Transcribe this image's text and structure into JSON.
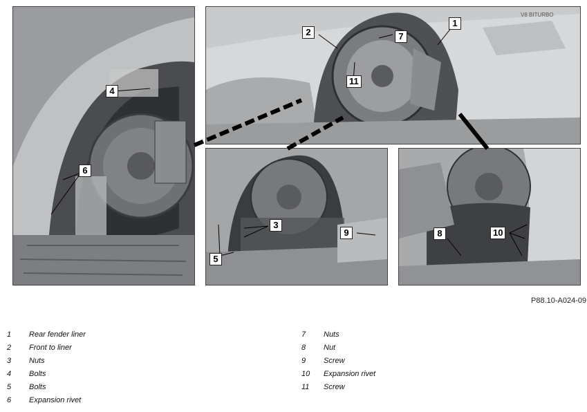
{
  "figure": {
    "reference_code": "P88.10-A024-09",
    "callouts": {
      "panel_left": [
        "4",
        "6"
      ],
      "panel_top": [
        "2",
        "7",
        "1",
        "11"
      ],
      "panel_mid": [
        "3",
        "5",
        "9"
      ],
      "panel_right": [
        "8",
        "10"
      ]
    },
    "badge_text": "V8 BITURBO"
  },
  "legend": {
    "left": [
      {
        "num": "1",
        "label": "Rear fender liner"
      },
      {
        "num": "2",
        "label": "Front to liner"
      },
      {
        "num": "3",
        "label": "Nuts"
      },
      {
        "num": "4",
        "label": "Bolts"
      },
      {
        "num": "5",
        "label": "Bolts"
      },
      {
        "num": "6",
        "label": "Expansion rivet"
      }
    ],
    "right": [
      {
        "num": "7",
        "label": "Nuts"
      },
      {
        "num": "8",
        "label": "Nut"
      },
      {
        "num": "9",
        "label": "Screw"
      },
      {
        "num": "10",
        "label": "Expansion rivet"
      },
      {
        "num": "11",
        "label": "Screw"
      }
    ]
  }
}
